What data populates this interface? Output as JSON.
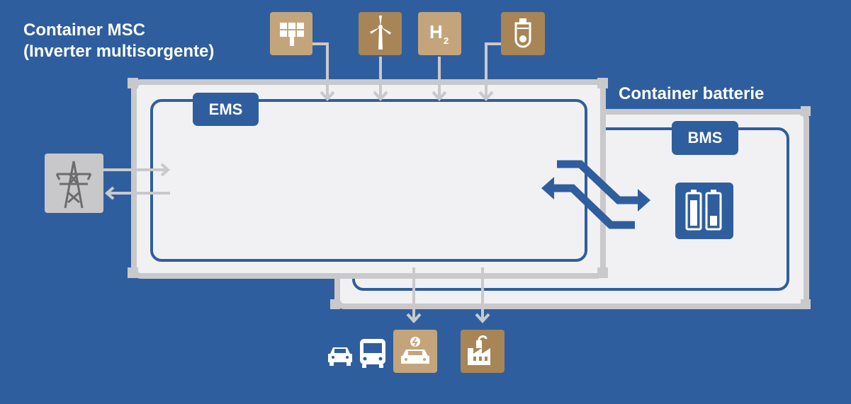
{
  "containers": {
    "msc": {
      "title_line1": "Container MSC",
      "title_line2": "(Inverter multisorgente)",
      "ems_label": "EMS"
    },
    "battery": {
      "title": "Container batterie",
      "bms_label": "BMS"
    }
  },
  "sources": [
    {
      "icon": "solar-panel-icon"
    },
    {
      "icon": "wind-turbine-icon"
    },
    {
      "icon": "hydrogen-icon",
      "text": "H",
      "sub": "2"
    },
    {
      "icon": "generator-icon"
    }
  ],
  "grid": {
    "icon": "power-grid-icon"
  },
  "battery": {
    "icon": "battery-icon"
  },
  "loads": [
    {
      "icon": "car-icon"
    },
    {
      "icon": "bus-icon"
    },
    {
      "icon": "ev-charging-icon"
    },
    {
      "icon": "factory-icon"
    }
  ],
  "colors": {
    "background": "#2f5e9e",
    "container_fill": "#f1f1f3",
    "container_border": "#c9c9cc",
    "inner_border": "#2f5e9e",
    "source_tile": "#c4a57b",
    "source_tile_dark": "#a88556",
    "grid_tile": "#c8c8ca",
    "connector": "#c9c9cc"
  }
}
